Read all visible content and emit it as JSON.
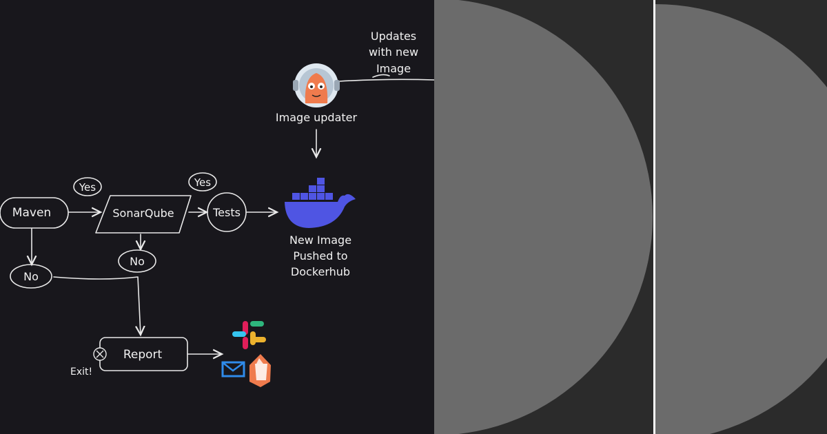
{
  "diagram": {
    "nodes": {
      "maven": "Maven",
      "sonarqube": "SonarQube",
      "tests": "Tests",
      "report": "Report",
      "image_updater": "Image updater",
      "new_image_line1": "New Image",
      "new_image_line2": "Pushed to",
      "new_image_line3": "Dockerhub",
      "updates_line1": "Updates",
      "updates_line2": "with new",
      "updates_line3": "Image"
    },
    "decisions": {
      "yes_sonar": "Yes",
      "yes_tests": "Yes",
      "no_maven": "No",
      "no_sonar": "No"
    },
    "exit_label": "Exit!"
  },
  "colors": {
    "diagram_background": "#18171c",
    "side_panel": "#2b2b2b",
    "disc": "#6b6b6b",
    "docker_blue": "#4f55e3",
    "argo_orange": "#ef7b4d"
  },
  "icons": [
    "argo-mascot-icon",
    "docker-whale-icon",
    "slack-icon",
    "mail-icon",
    "gitlab-bucket-icon",
    "close-circle-icon"
  ]
}
